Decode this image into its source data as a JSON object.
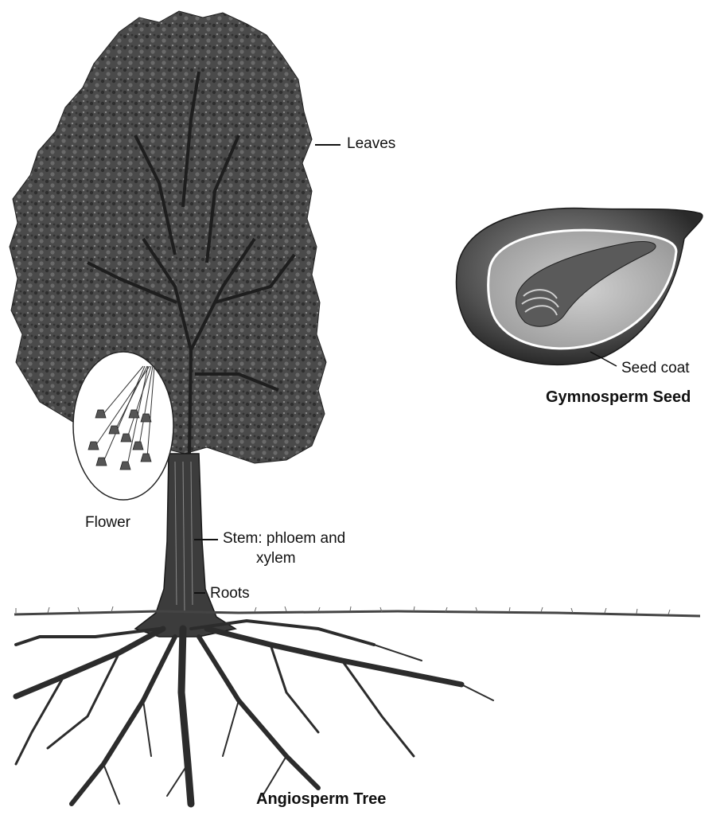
{
  "labels": {
    "leaves": "Leaves",
    "flower": "Flower",
    "stem_line1": "Stem: phloem and",
    "stem_line2": "xylem",
    "roots": "Roots",
    "seed_coat": "Seed coat"
  },
  "captions": {
    "tree": "Angiosperm Tree",
    "seed": "Gymnosperm Seed"
  },
  "colors": {
    "foliage_dark": "#3a3a3a",
    "foliage_mid": "#5a5a5a",
    "trunk": "#3c3c3c",
    "seed_outer": "#4a4a4a",
    "seed_inner": "#b8b8b8"
  }
}
